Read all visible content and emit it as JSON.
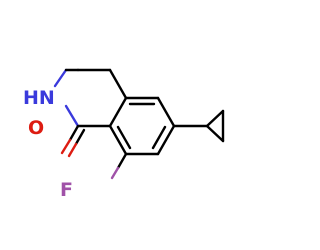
{
  "molecule": {
    "atoms": {
      "nitrogen": {
        "label": "HN",
        "color": "#3a3adc"
      },
      "oxygen": {
        "label": "O",
        "color": "#dd1c12"
      },
      "fluorine": {
        "label": "F",
        "color": "#a052a8"
      }
    }
  }
}
